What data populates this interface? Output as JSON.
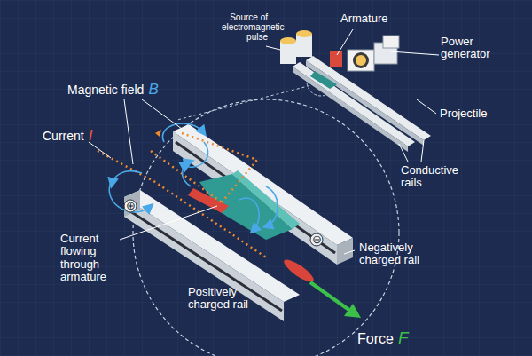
{
  "diagram": {
    "labels": [
      "Source of electromagnetic pulse",
      "Armature",
      "Power generator",
      "Projectile",
      "Conductive rails",
      "Magnetic field",
      "B",
      "Current",
      "I",
      "Current flowing through armature",
      "Negatively charged rail",
      "Positively charged rail",
      "Force",
      "F",
      "⊖",
      "⊕"
    ]
  }
}
